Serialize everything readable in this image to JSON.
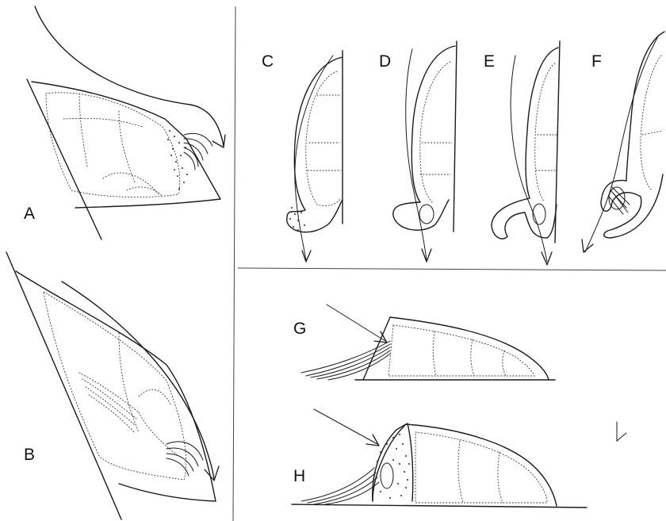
{
  "figure": {
    "panels": [
      {
        "id": "A",
        "label": "A"
      },
      {
        "id": "B",
        "label": "B"
      },
      {
        "id": "C",
        "label": "C"
      },
      {
        "id": "D",
        "label": "D"
      },
      {
        "id": "E",
        "label": "E"
      },
      {
        "id": "F",
        "label": "F"
      },
      {
        "id": "G",
        "label": "G"
      },
      {
        "id": "H",
        "label": "H"
      }
    ]
  }
}
